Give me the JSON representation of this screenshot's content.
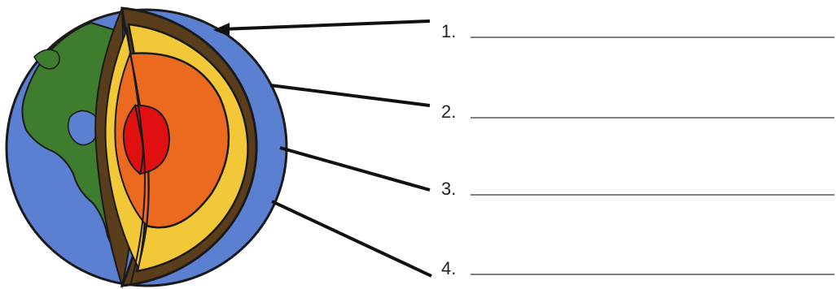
{
  "worksheet": {
    "blanks": [
      {
        "number": "1."
      },
      {
        "number": "2."
      },
      {
        "number": "3."
      },
      {
        "number": "4."
      }
    ]
  },
  "colors": {
    "ocean": "#5b7fd1",
    "land": "#3e7d2e",
    "crust": "#5a3d1a",
    "mantle": "#f2c838",
    "outer_core": "#ec6a1f",
    "inner_core": "#e01010",
    "outline": "#1a1a1a"
  },
  "icons": {
    "diagram": "earth-cross-section"
  }
}
